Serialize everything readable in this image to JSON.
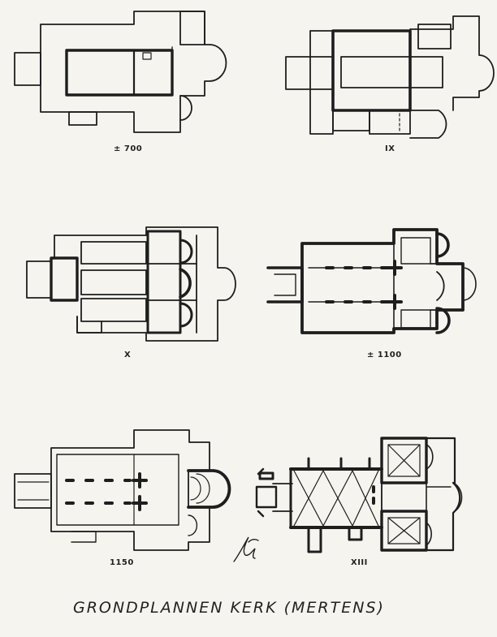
{
  "plans": [
    {
      "id": "p700",
      "label": "± 700"
    },
    {
      "id": "pIX",
      "label": "IX"
    },
    {
      "id": "pX",
      "label": "X"
    },
    {
      "id": "p1100",
      "label": "± 1100"
    },
    {
      "id": "p1150",
      "label": "1150"
    },
    {
      "id": "pXIII",
      "label": "XIII"
    }
  ],
  "caption": "GRONDPLANNEN KERK (MERTENS)",
  "colors": {
    "ink": "#1e1e1e",
    "paper": "#f6f4ee"
  }
}
